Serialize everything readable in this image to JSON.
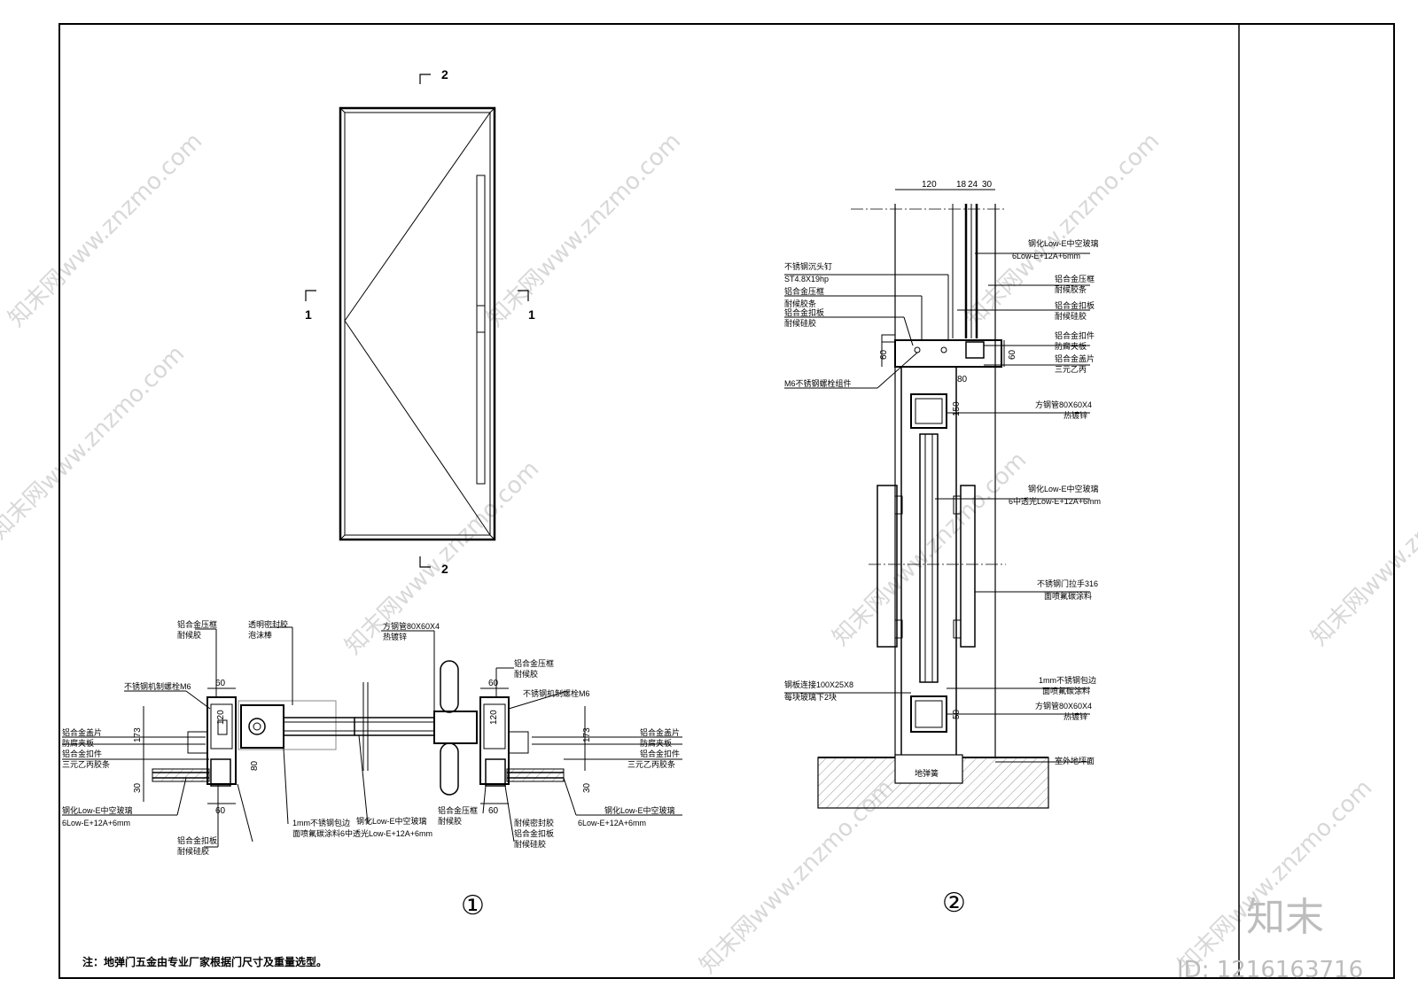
{
  "section_marks": {
    "left": "1",
    "right": "1",
    "top": "2",
    "bottom": "2"
  },
  "detail_numbers": {
    "first": "①",
    "second": "②"
  },
  "note": "注：地弹门五金由专业厂家根据门尺寸及重量选型。",
  "watermark": {
    "brand": "知末",
    "id": "ID: 1216163716",
    "site": "知末网www.znzmo.com"
  },
  "plan_detail": {
    "left_labels": [
      "铝合金盖片",
      "防腐夹板",
      "铝合金扣件",
      "三元乙丙胶条"
    ],
    "left_glass": [
      "钢化Low-E中空玻璃",
      "6Low-E+12A+6mm"
    ],
    "left_top": [
      "铝合金压框",
      "耐候胶",
      "不锈钢机制螺栓M6"
    ],
    "left_bottom": [
      "铝合金扣板",
      "耐候硅胶"
    ],
    "center_top": [
      "透明密封胶",
      "泡沫棒"
    ],
    "center_bottom": [
      "1mm不锈钢包边",
      "面喷氟碳涂料"
    ],
    "center_glass": [
      "钢化Low-E中空玻璃",
      "6中透光Low-E+12A+6mm"
    ],
    "steel": [
      "方钢管80X60X4",
      "热镀锌"
    ],
    "right_top": [
      "铝合金压框",
      "耐候胶",
      "不锈钢机制螺栓M6"
    ],
    "right_labels": [
      "铝合金盖片",
      "防腐夹板",
      "铝合金扣件",
      "三元乙丙胶条"
    ],
    "right_glass": [
      "钢化Low-E中空玻璃",
      "6Low-E+12A+6mm"
    ],
    "right_bottom_a": [
      "铝合金压框",
      "耐候胶"
    ],
    "right_bottom_b": [
      "铝合金扣板",
      "耐候硅胶"
    ],
    "right_mid": [
      "耐候密封胶"
    ],
    "dims": [
      "60",
      "120",
      "173",
      "30",
      "80",
      "60"
    ]
  },
  "section_detail": {
    "top_dims": [
      "120",
      "18",
      "24",
      "30"
    ],
    "left_labels": [
      "不锈钢沉头钉",
      "ST4.8X19hp",
      "铝合金压框",
      "耐候胶条",
      "铝合金扣板",
      "耐候硅胶"
    ],
    "bolt": "M6不锈钢螺栓组件",
    "right_top_glass": [
      "钢化Low-E中空玻璃",
      "6Low-E+12A+6mm"
    ],
    "right_labels": [
      "铝合金压框",
      "耐候胶条",
      "铝合金扣板",
      "耐候硅胶",
      "铝合金扣件",
      "防腐夹板",
      "铝合金盖片",
      "三元乙丙"
    ],
    "steel_top": [
      "方钢管80X60X4",
      "热镀锌"
    ],
    "door_glass": [
      "钢化Low-E中空玻璃",
      "6中透光Low-E+12A+6mm"
    ],
    "handle": [
      "不锈钢门拉手316",
      "面喷氟碳涂料"
    ],
    "plate": [
      "钢板连接100X25X8",
      "每块玻璃下2块"
    ],
    "edge": [
      "1mm不锈钢包边",
      "面喷氟碳涂料"
    ],
    "steel_bottom": [
      "方钢管80X60X4",
      "热镀锌"
    ],
    "floor": "室外地坪面",
    "spring": "地弹簧",
    "dims": [
      "60",
      "60",
      "80",
      "150",
      "50"
    ]
  }
}
